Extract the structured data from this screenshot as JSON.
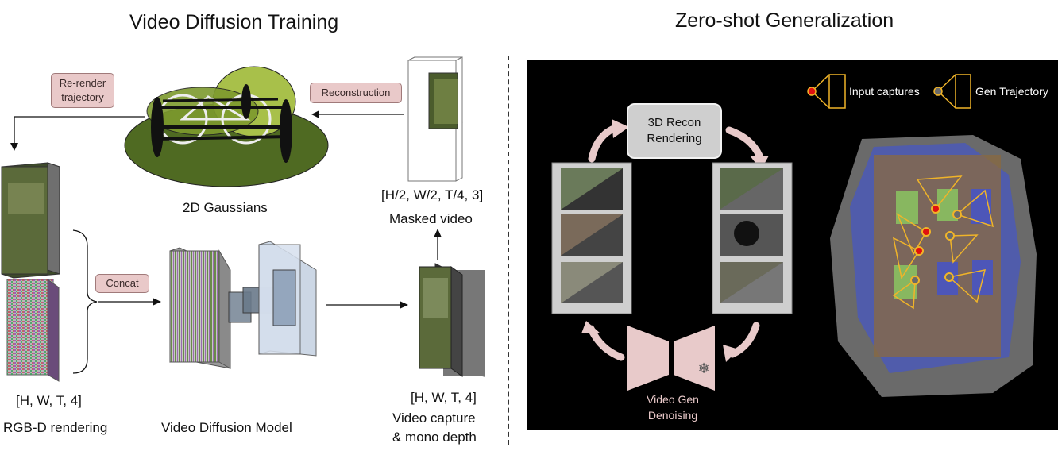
{
  "left": {
    "title": "Video Diffusion Training",
    "tags": {
      "rerender": "Re-render\ntrajectory",
      "reconstruction": "Reconstruction",
      "concat": "Concat"
    },
    "labels": {
      "gaussians": "2D Gaussians",
      "masked_dims": "[H/2, W/2, T/4, 3]",
      "masked_video": "Masked video",
      "rgbd_dims": "[H, W, T, 4]",
      "rgbd": "RGB-D rendering",
      "vdm": "Video Diffusion Model",
      "capture_dims": "[H, W, T, 4]",
      "capture_line1": "Video capture",
      "capture_line2": "& mono depth"
    }
  },
  "right": {
    "title": "Zero-shot Generalization",
    "recon_line1": "3D Recon",
    "recon_line2": "Rendering",
    "gen_line1": "Video Gen",
    "gen_line2": "Denoising",
    "legend_input": "Input captures",
    "legend_gen": "Gen Trajectory",
    "colors": {
      "panel_bg": "#000000",
      "tag_fill": "#e9c9c9",
      "arrow": "#e9cccc",
      "camera": "#f0b429",
      "input_dot": "#e01010",
      "gen_dot": "#f0b429",
      "points": "#3b50e0"
    }
  }
}
